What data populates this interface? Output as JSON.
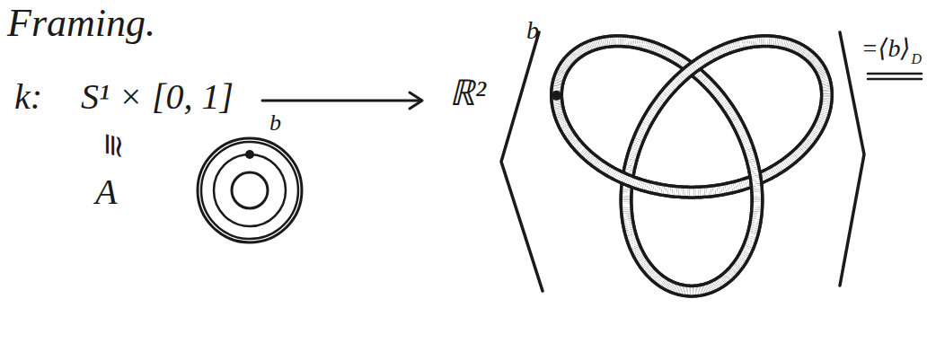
{
  "diagram": {
    "title": "Framing.",
    "labels": [
      "k:",
      "S¹ × [0, 1]",
      "ℝ²",
      "≅",
      "A",
      "b",
      "b",
      "=⟨b⟩",
      "D"
    ]
  }
}
